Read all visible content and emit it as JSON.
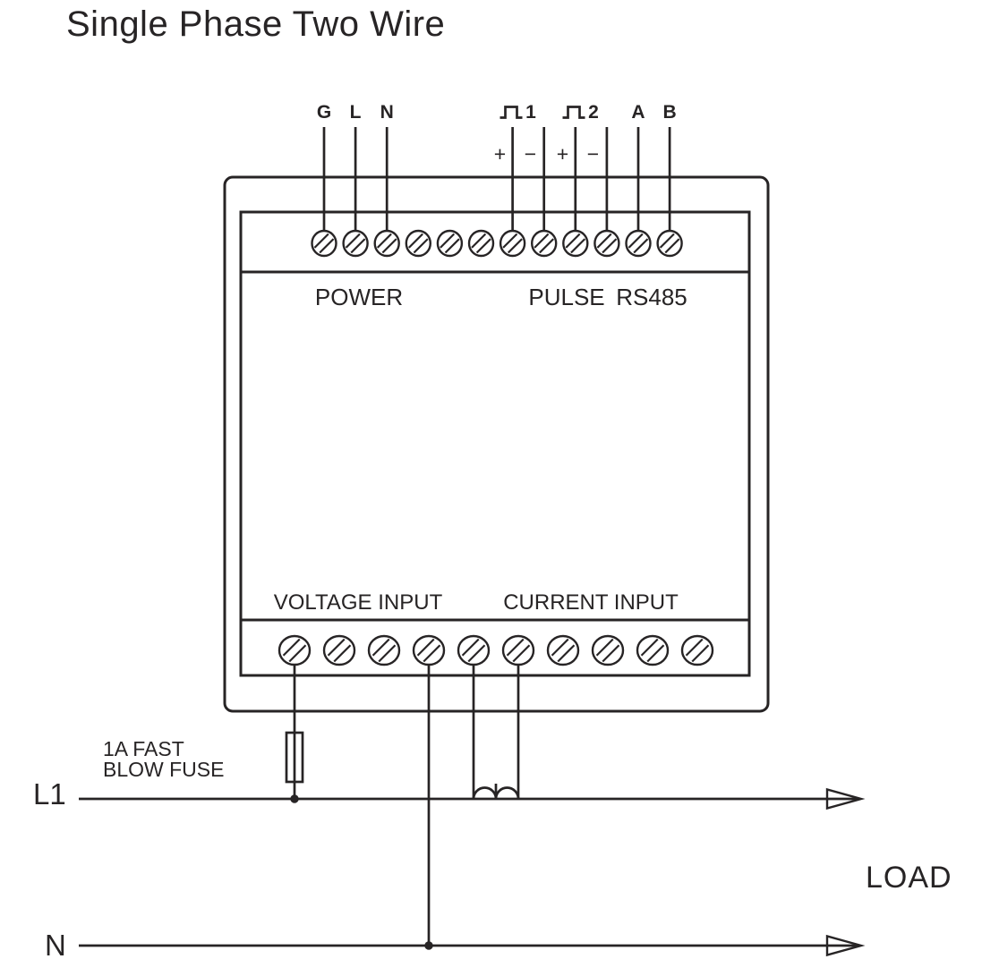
{
  "title": "Single Phase Two Wire",
  "colors": {
    "ink": "#272425",
    "paper": "#ffffff"
  },
  "device": {
    "terminals_top": 12,
    "terminals_bottom": 10,
    "top_labels": {
      "g": "G",
      "l": "L",
      "n": "N",
      "pulse1": "1",
      "pulse2": "2",
      "a": "A",
      "b": "B"
    },
    "polarity": {
      "pulse1_plus": "+",
      "pulse1_minus": "−",
      "pulse2_plus": "+",
      "pulse2_minus": "−"
    },
    "sections": {
      "power": "POWER",
      "pulse": "PULSE",
      "rs485": "RS485",
      "voltage_input": "VOLTAGE INPUT",
      "current_input": "CURRENT INPUT"
    }
  },
  "circuit": {
    "fuse_note_line1": "1A FAST",
    "fuse_note_line2": "BLOW FUSE",
    "phase_label": "L1",
    "neutral_label": "N",
    "load_label": "LOAD"
  }
}
